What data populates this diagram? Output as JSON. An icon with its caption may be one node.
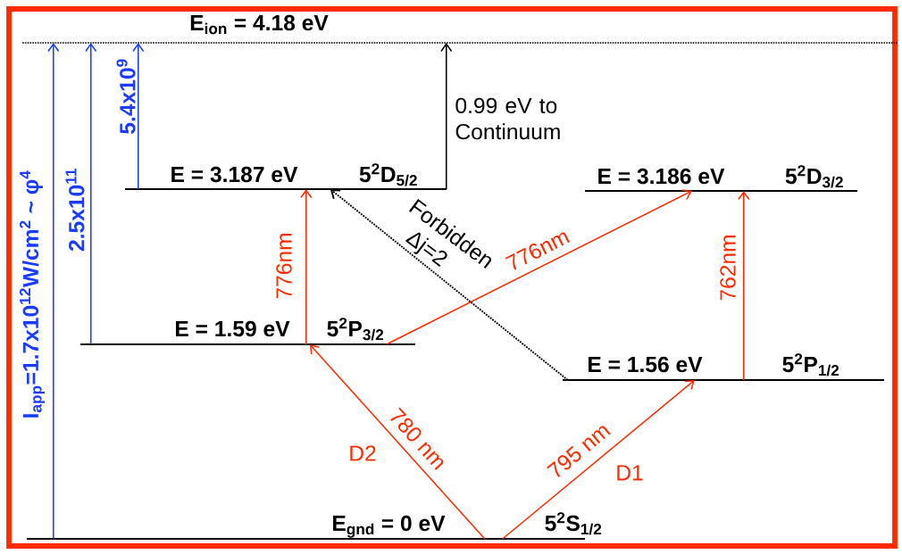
{
  "diagram": {
    "nodes": [
      {
        "text": [
          "E$_{ion}$ = 4.18 eV"
        ]
      },
      {
        "text": [
          "E = 3.187 eV",
          "5$^{2}$D$_{5/2}$"
        ]
      },
      {
        "text": [
          "E = 3.186 eV",
          "5$^{2}$D$_{3/2}$"
        ]
      },
      {
        "text": [
          "E = 1.59 eV",
          "5$^{2}$P$_{3/2}$"
        ]
      },
      {
        "text": [
          "E = 1.56 eV",
          "5$^{2}$P$_{1/2}$"
        ]
      },
      {
        "text": [
          "E$_{gnd}$ = 0 eV",
          "5$^{2}$S$_{1/2}$"
        ]
      }
    ],
    "edges": [
      {
        "from": 5,
        "to": 3,
        "arrow": "to",
        "label": "780 nm"
      },
      {
        "from": 5,
        "to": 4,
        "arrow": "to",
        "label": "795 nm"
      },
      {
        "from": 3,
        "to": 1,
        "arrow": "to",
        "label": "776nm"
      },
      {
        "from": 3,
        "to": 2,
        "arrow": "to",
        "label": "776nm"
      },
      {
        "from": 4,
        "to": 2,
        "arrow": "to",
        "label": "762nm"
      },
      {
        "from": 4,
        "to": 1,
        "arrow": "to",
        "label": "Forbidden Δj=2",
        "style": "dashed",
        "color": "#000000"
      },
      {
        "from": 1,
        "to": 0,
        "arrow": "to",
        "label": "0.99 eV to Continuum",
        "color": "#000000"
      },
      {
        "from": 5,
        "to": 0,
        "arrow": "to",
        "label": "I$_{app}$=1.7x10$^{12}$W/cm$^{2}$ ~ φ$^{4}$",
        "color": "#1a3cff"
      },
      {
        "from": 3,
        "to": 0,
        "arrow": "to",
        "label": "2.5x10$^{11}$",
        "color": "#1a3cff"
      },
      {
        "from": 1,
        "to": 0,
        "arrow": "to",
        "label": "5.4x10$^{9}$",
        "color": "#1a3cff"
      }
    ],
    "labels": [
      "D2",
      "D1"
    ]
  }
}
